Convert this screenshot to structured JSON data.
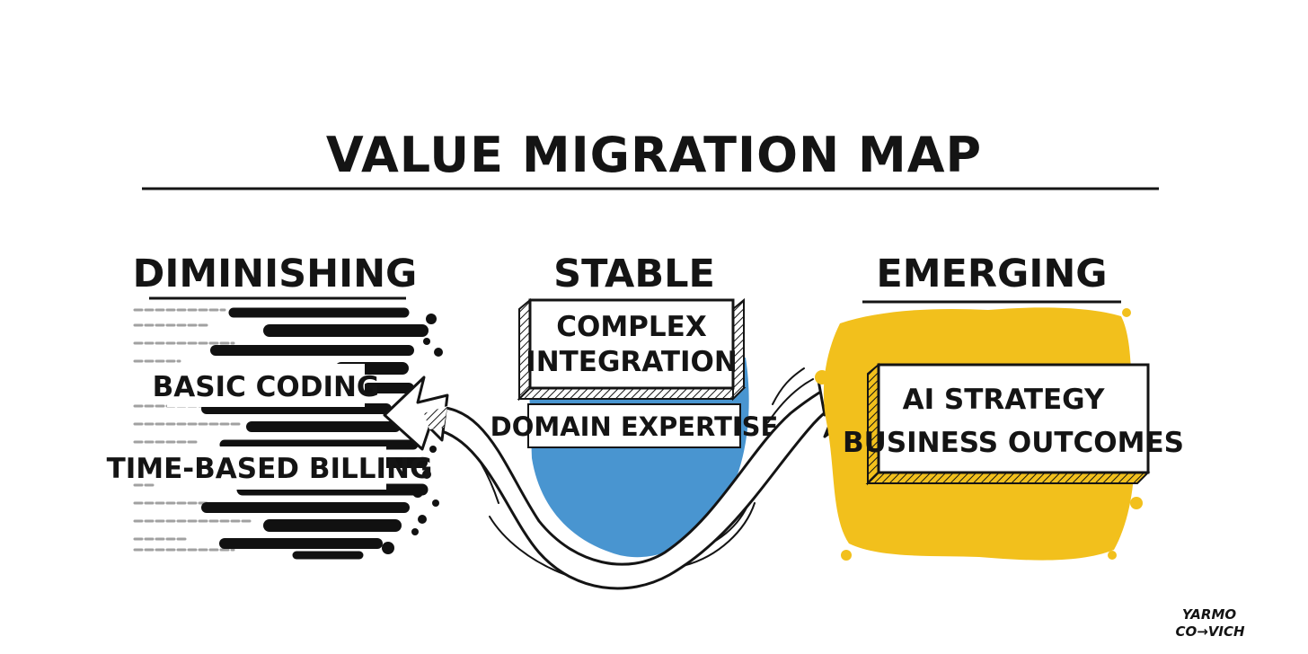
{
  "title": "VALUE MIGRATION MAP",
  "columns": {
    "diminishing": {
      "heading": "DIMINISHING",
      "items": [
        "BASIC CODING",
        "TIME-BASED BILLING"
      ],
      "accent": "#111111"
    },
    "stable": {
      "heading": "STABLE",
      "items": [
        "COMPLEX",
        "INTEGRATION",
        "DOMAIN EXPERTISE"
      ],
      "accent": "#3a8ccc"
    },
    "emerging": {
      "heading": "EMERGING",
      "items": [
        "AI STRATEGY",
        "BUSINESS OUTCOMES"
      ],
      "accent": "#f2c01c"
    }
  },
  "signature": {
    "line1": "YARMO",
    "line2": "CO→VICH"
  },
  "icons": {
    "flow": "double-headed-curved-arrow-icon"
  }
}
